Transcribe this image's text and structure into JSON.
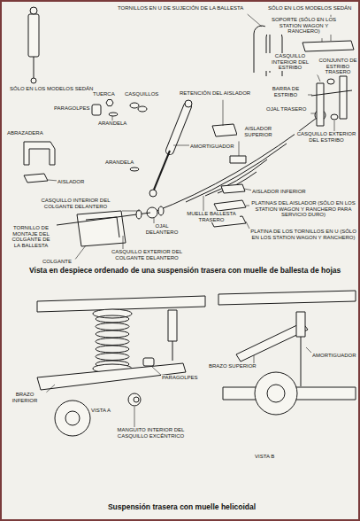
{
  "diagram": {
    "caption": "Vista en despiece ordenado de una suspensión trasera con muelle de ballesta de hojas",
    "labels": [
      "TORNILLOS EN U DE SUJECIÓN DE LA BALLESTA",
      "SÓLO EN LOS MODELOS SEDÁN",
      "SOPORTE (SÓLO EN LOS STATION WAGON Y RANCHERO)",
      "RETENCIÓN DEL AISLADOR",
      "CASQUILLO INTERIOR DEL ESTRIBO",
      "CONJUNTO DE ESTRIBO TRASERO",
      "SÓLO EN LOS MODELOS SEDÁN",
      "TUERCA",
      "CASQUILLOS",
      "PARAGOLPES",
      "ARANDELA",
      "BARRA DE ESTRIBO",
      "OJAL TRASERO",
      "AISLADOR SUPERIOR",
      "ABRAZADERA",
      "CASQUILLO EXTERIOR DEL ESTRIBO",
      "ARANDELA",
      "AMORTIGUADOR",
      "AISLADOR",
      "MUELLE BALLESTA TRASERO",
      "CASQUILLO INTERIOR DEL COLGANTE DELANTERO",
      "AISLADOR INFERIOR",
      "PLATINAS DEL AISLADOR (SÓLO EN LOS STATION WAGON Y RANCHERO PARA SERVICIO DURO)",
      "OJAL DELANTERO",
      "TORNILLO DE MONTAJE DEL COLGANTE DE LA BALLESTA",
      "PLATINA DE LOS TORNILLOS EN U (SÓLO EN LOS STATION WAGON Y RANCHERO)",
      "CASQUILLO EXTERIOR DEL COLGANTE DELANTERO",
      "COLGANTE",
      "PARAGOLPES",
      "BRAZO INFERIOR",
      "VISTA A",
      "MANGUITO INTERIOR DEL CASQUILLO EXCÉNTRICO",
      "BRAZO SUPERIOR",
      "AMORTIGUADOR",
      "VISTA B",
      "Suspensión trasera con muelle helicoidal"
    ]
  }
}
